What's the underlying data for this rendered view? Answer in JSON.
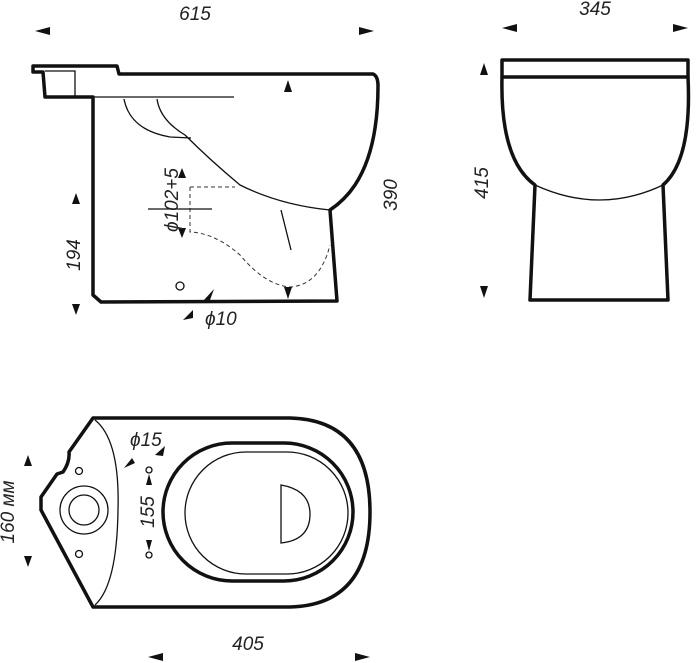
{
  "side_view": {
    "width_label": "615",
    "height_label": "390",
    "outlet_height_label": "194",
    "outlet_diameter_label": "ϕ102+5",
    "hole_diameter_label": "ϕ10"
  },
  "front_view": {
    "width_label": "345",
    "height_label": "415"
  },
  "top_view": {
    "hole_diameter_label": "ϕ15",
    "hole_spacing_label": "155",
    "tank_width_label": "160 мм",
    "bowl_length_label": "405"
  }
}
